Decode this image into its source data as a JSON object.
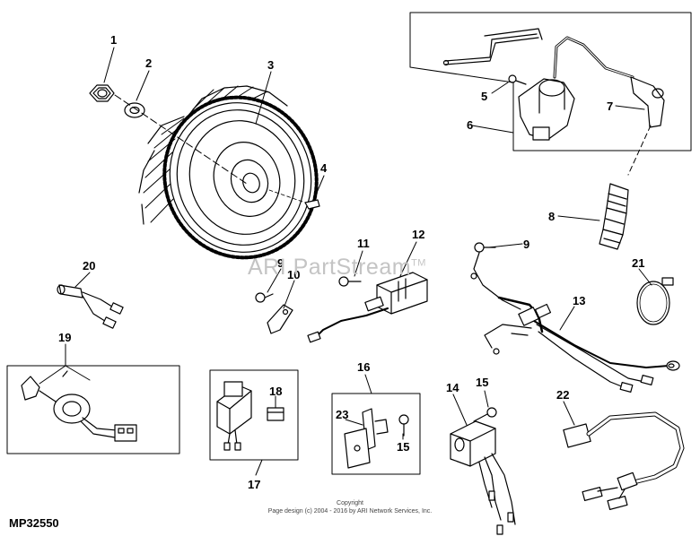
{
  "diagram_id": "MP32550",
  "watermark": {
    "text": "ARI PartStream",
    "mark": "TM"
  },
  "copyright": {
    "line1": "Copyright",
    "line2": "Page design (c) 2004 - 2016 by ARI Network Services, Inc."
  },
  "callouts": {
    "c1": "1",
    "c2": "2",
    "c3": "3",
    "c4": "4",
    "c5": "5",
    "c6": "6",
    "c7": "7",
    "c8": "8",
    "c9a": "9",
    "c9b": "9",
    "c10": "10",
    "c11": "11",
    "c12": "12",
    "c13": "13",
    "c14": "14",
    "c15a": "15",
    "c15b": "15",
    "c16": "16",
    "c17": "17",
    "c18": "18",
    "c19": "19",
    "c20": "20",
    "c21": "21",
    "c22": "22",
    "c23": "23"
  }
}
